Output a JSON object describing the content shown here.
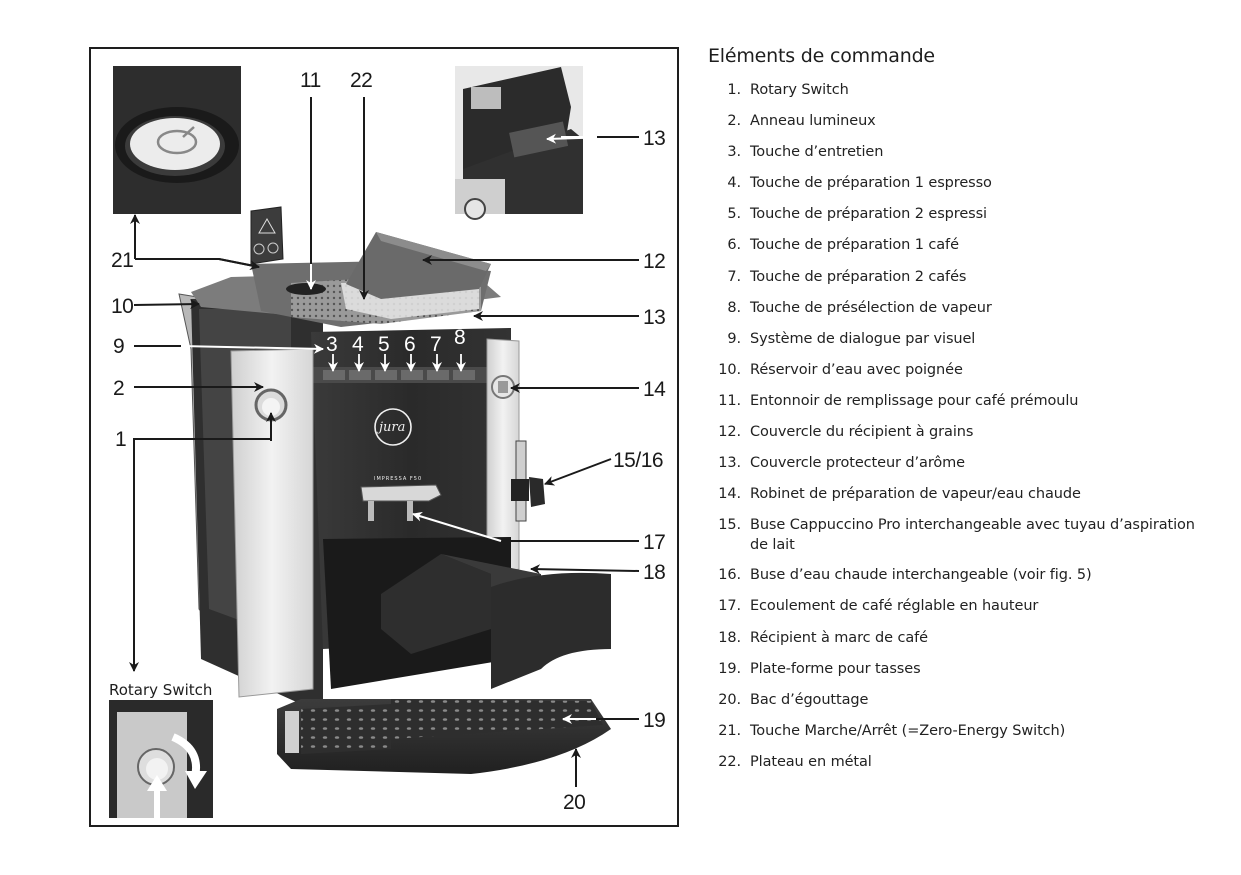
{
  "figure": {
    "callouts": {
      "c1": "1",
      "c2": "2",
      "c3": "3",
      "c4": "4",
      "c5": "5",
      "c6": "6",
      "c7": "7",
      "c8": "8",
      "c9": "9",
      "c10": "10",
      "c11": "11",
      "c12": "12",
      "c13a": "13",
      "c13b": "13",
      "c14": "14",
      "c15_16": "15/16",
      "c17": "17",
      "c18": "18",
      "c19": "19",
      "c20": "20",
      "c21": "21",
      "c22": "22"
    },
    "inset_caption": "Rotary Switch",
    "logo": "jura",
    "model": "IMPRESSA F50",
    "colors": {
      "machine_dark": "#2b2b2b",
      "machine_silver": "#e4e4e4",
      "frame": "#1e1e1e"
    }
  },
  "legend": {
    "title": "Eléments de commande",
    "items": [
      {
        "num": "1.",
        "text": "Rotary Switch"
      },
      {
        "num": "2.",
        "text": "Anneau lumineux"
      },
      {
        "num": "3.",
        "text": "Touche d’entretien"
      },
      {
        "num": "4.",
        "text": "Touche de préparation 1 espresso"
      },
      {
        "num": "5.",
        "text": "Touche de préparation 2 espressi"
      },
      {
        "num": "6.",
        "text": "Touche de préparation 1 café"
      },
      {
        "num": "7.",
        "text": "Touche de préparation 2 cafés"
      },
      {
        "num": "8.",
        "text": "Touche de présélection de vapeur"
      },
      {
        "num": "9.",
        "text": "Système de dialogue par visuel"
      },
      {
        "num": "10.",
        "text": "Réservoir d’eau avec poignée"
      },
      {
        "num": "11.",
        "text": "Entonnoir de remplissage pour café prémoulu"
      },
      {
        "num": "12.",
        "text": "Couvercle du récipient à grains"
      },
      {
        "num": "13.",
        "text": "Couvercle protecteur d’arôme"
      },
      {
        "num": "14.",
        "text": "Robinet de préparation de vapeur/eau chaude"
      },
      {
        "num": "15.",
        "text": "Buse Cappuccino Pro interchangeable avec tuyau d’aspiration de lait"
      },
      {
        "num": "16.",
        "text": "Buse d’eau chaude interchangeable (voir fig. 5)"
      },
      {
        "num": "17.",
        "text": "Ecoulement de café réglable en hauteur"
      },
      {
        "num": "18.",
        "text": "Récipient à marc de café"
      },
      {
        "num": "19.",
        "text": "Plate-forme pour tasses"
      },
      {
        "num": "20.",
        "text": "Bac d’égouttage"
      },
      {
        "num": "21.",
        "text": "Touche Marche/Arrêt (=Zero-Energy Switch)"
      },
      {
        "num": "22.",
        "text": "Plateau en métal"
      }
    ]
  }
}
